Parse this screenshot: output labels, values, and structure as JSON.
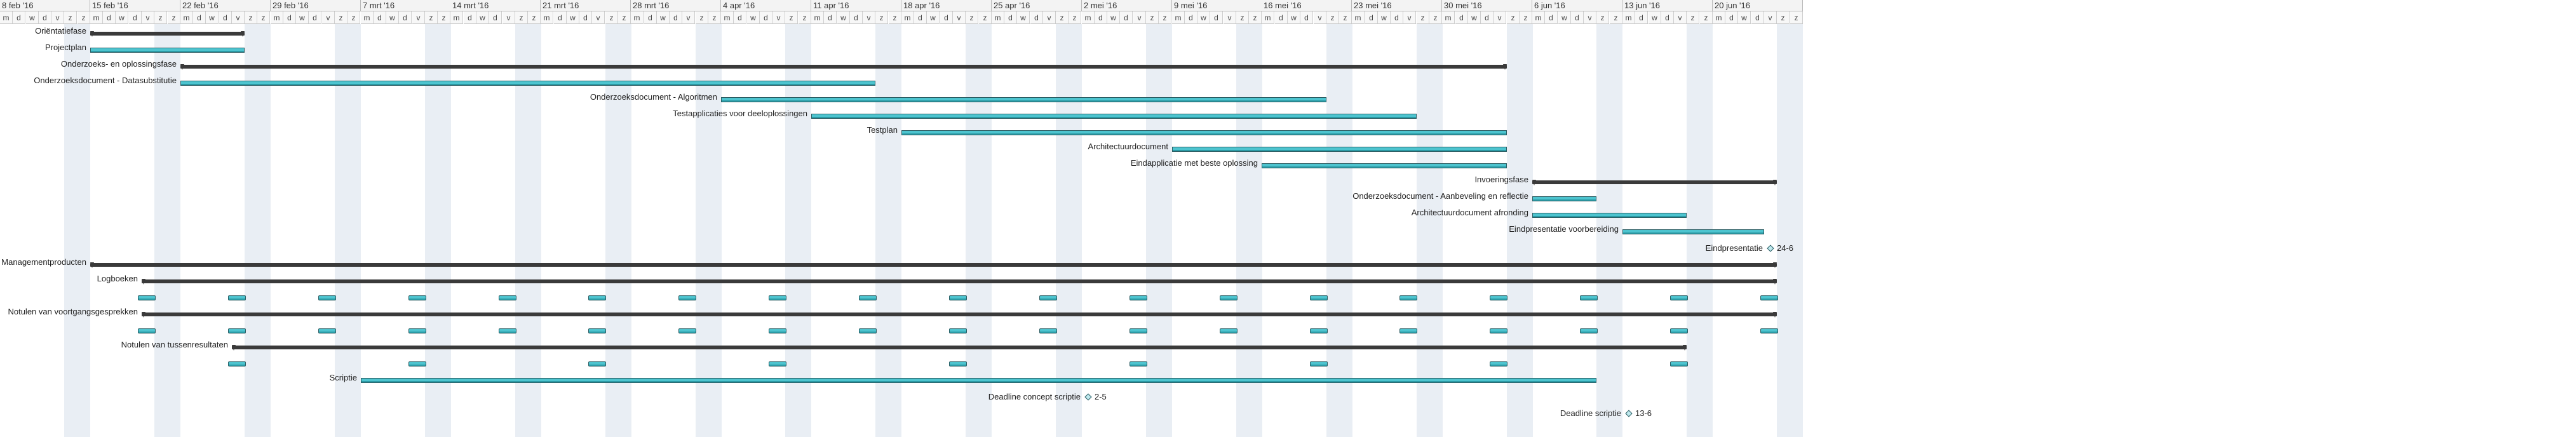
{
  "timeline": {
    "start_day_letter_index": 0,
    "day_letters": [
      "m",
      "d",
      "w",
      "d",
      "v",
      "z",
      "z"
    ],
    "weeks": [
      "8 feb '16",
      "15 feb '16",
      "22 feb '16",
      "29 feb '16",
      "7 mrt '16",
      "14 mrt '16",
      "21 mrt '16",
      "28 mrt '16",
      "4 apr '16",
      "11 apr '16",
      "18 apr '16",
      "25 apr '16",
      "2 mei '16",
      "9 mei '16",
      "16 mei '16",
      "23 mei '16",
      "30 mei '16",
      "6 jun '16",
      "13 jun '16",
      "20 jun '16"
    ],
    "colors": {
      "bar_fill": "#4dc4cf",
      "bar_border": "#2a5d63",
      "summary": "#3a3a3a",
      "weekend_shade": "#e9eef4"
    }
  },
  "tasks": [
    {
      "label": "Oriëntatiefase",
      "type": "summary",
      "start": "2016-02-15",
      "end": "2016-02-26"
    },
    {
      "label": "Projectplan",
      "type": "task",
      "start": "2016-02-15",
      "end": "2016-02-26"
    },
    {
      "label": "Onderzoeks- en oplossingsfase",
      "type": "summary",
      "start": "2016-02-22",
      "end": "2016-06-03"
    },
    {
      "label": "Onderzoeksdocument - Datasubstitutie",
      "type": "task",
      "start": "2016-02-22",
      "end": "2016-04-15"
    },
    {
      "label": "Onderzoeksdocument - Algoritmen",
      "type": "task",
      "start": "2016-04-04",
      "end": "2016-05-20"
    },
    {
      "label": "Testapplicaties voor deeloplossingen",
      "type": "task",
      "start": "2016-04-11",
      "end": "2016-05-27"
    },
    {
      "label": "Testplan",
      "type": "task",
      "start": "2016-04-18",
      "end": "2016-06-03"
    },
    {
      "label": "Architectuurdocument",
      "type": "task",
      "start": "2016-05-09",
      "end": "2016-06-03"
    },
    {
      "label": "Eindapplicatie met beste oplossing",
      "type": "task",
      "start": "2016-05-16",
      "end": "2016-06-03"
    },
    {
      "label": "Invoeringsfase",
      "type": "summary",
      "start": "2016-06-06",
      "end": "2016-06-24"
    },
    {
      "label": "Onderzoeksdocument - Aanbeveling en reflectie",
      "type": "task",
      "start": "2016-06-06",
      "end": "2016-06-10"
    },
    {
      "label": "Architectuurdocument afronding",
      "type": "task",
      "start": "2016-06-06",
      "end": "2016-06-17"
    },
    {
      "label": "Eindpresentatie voorbereiding",
      "type": "task",
      "start": "2016-06-13",
      "end": "2016-06-23"
    },
    {
      "label": "Eindpresentatie",
      "type": "milestone",
      "date": "2016-06-24",
      "date_label": "24-6"
    },
    {
      "label": "Managementproducten",
      "type": "summary",
      "start": "2016-02-15",
      "end": "2016-06-24"
    },
    {
      "label": "Logboeken",
      "type": "summary",
      "start": "2016-02-19",
      "end": "2016-06-24"
    },
    {
      "label": "",
      "type": "recurring",
      "start": "2016-02-19",
      "end": "2016-06-24",
      "interval_days": 7,
      "duration_days": 1
    },
    {
      "label": "Notulen van voortgangsgesprekken",
      "type": "summary",
      "start": "2016-02-19",
      "end": "2016-06-24"
    },
    {
      "label": "",
      "type": "recurring",
      "start": "2016-02-19",
      "end": "2016-06-24",
      "interval_days": 7,
      "duration_days": 1
    },
    {
      "label": "Notulen van tussenresultaten",
      "type": "summary",
      "start": "2016-02-26",
      "end": "2016-06-17"
    },
    {
      "label": "",
      "type": "recurring",
      "start": "2016-02-26",
      "end": "2016-06-17",
      "interval_days": 14,
      "duration_days": 1
    },
    {
      "label": "Scriptie",
      "type": "task",
      "start": "2016-03-07",
      "end": "2016-06-10"
    },
    {
      "label": "Deadline concept scriptie",
      "type": "milestone",
      "date": "2016-05-02",
      "date_label": "2-5"
    },
    {
      "label": "Deadline scriptie",
      "type": "milestone",
      "date": "2016-06-13",
      "date_label": "13-6"
    }
  ]
}
